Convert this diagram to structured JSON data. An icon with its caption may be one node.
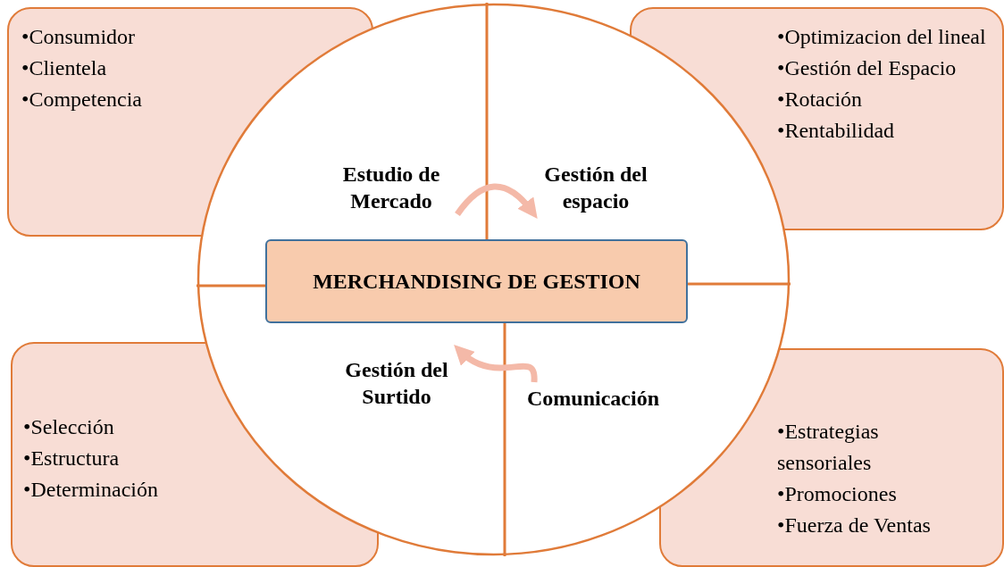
{
  "diagram": {
    "nodes": [
      {
        "text": [
          "•Consumidor",
          "•Clientela",
          "•Competencia"
        ]
      },
      {
        "text": [
          "•Optimizacion del lineal",
          "•Gestión del Espacio",
          "•Rotación",
          "•Rentabilidad"
        ]
      },
      {
        "text": [],
        "shape": "circle"
      },
      {
        "text": [
          "Estudio de Mercado"
        ],
        "in": 2
      },
      {
        "text": [
          "Gestión del espacio"
        ],
        "in": 2
      },
      {
        "text": [
          "MERCHANDISING DE GESTION"
        ],
        "in": 2
      },
      {
        "text": [
          "Gestión del Surtido"
        ],
        "in": 2
      },
      {
        "text": [
          "Comunicación"
        ],
        "in": 2
      },
      {
        "text": [
          "•Selección",
          "•Estructura",
          "•Determinación"
        ]
      },
      {
        "text": [
          "•Estrategias sensoriales",
          "•Promociones",
          "•Fuerza de Ventas"
        ]
      }
    ],
    "edges": [
      {
        "from": 3,
        "to": 4,
        "arrow": "to"
      },
      {
        "from": 7,
        "to": 6,
        "arrow": "to"
      }
    ]
  }
}
